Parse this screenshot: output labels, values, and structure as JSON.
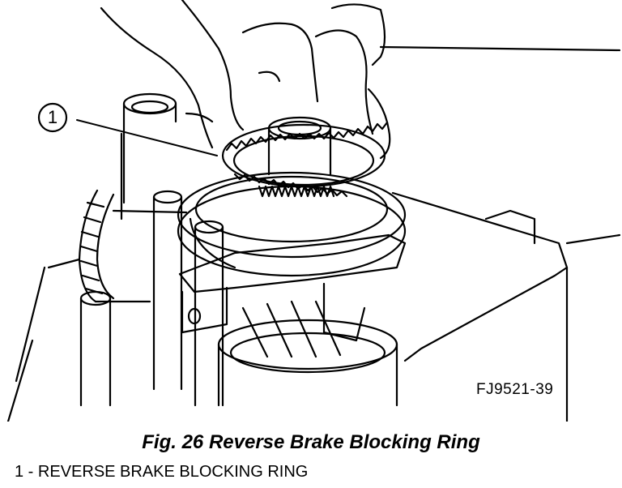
{
  "figure": {
    "callout": "1",
    "code": "FJ9521-39",
    "caption": "Fig. 26 Reverse Brake Blocking Ring"
  },
  "legend": [
    {
      "number": "1",
      "separator": " - ",
      "text": "REVERSE BRAKE BLOCKING RING"
    }
  ]
}
